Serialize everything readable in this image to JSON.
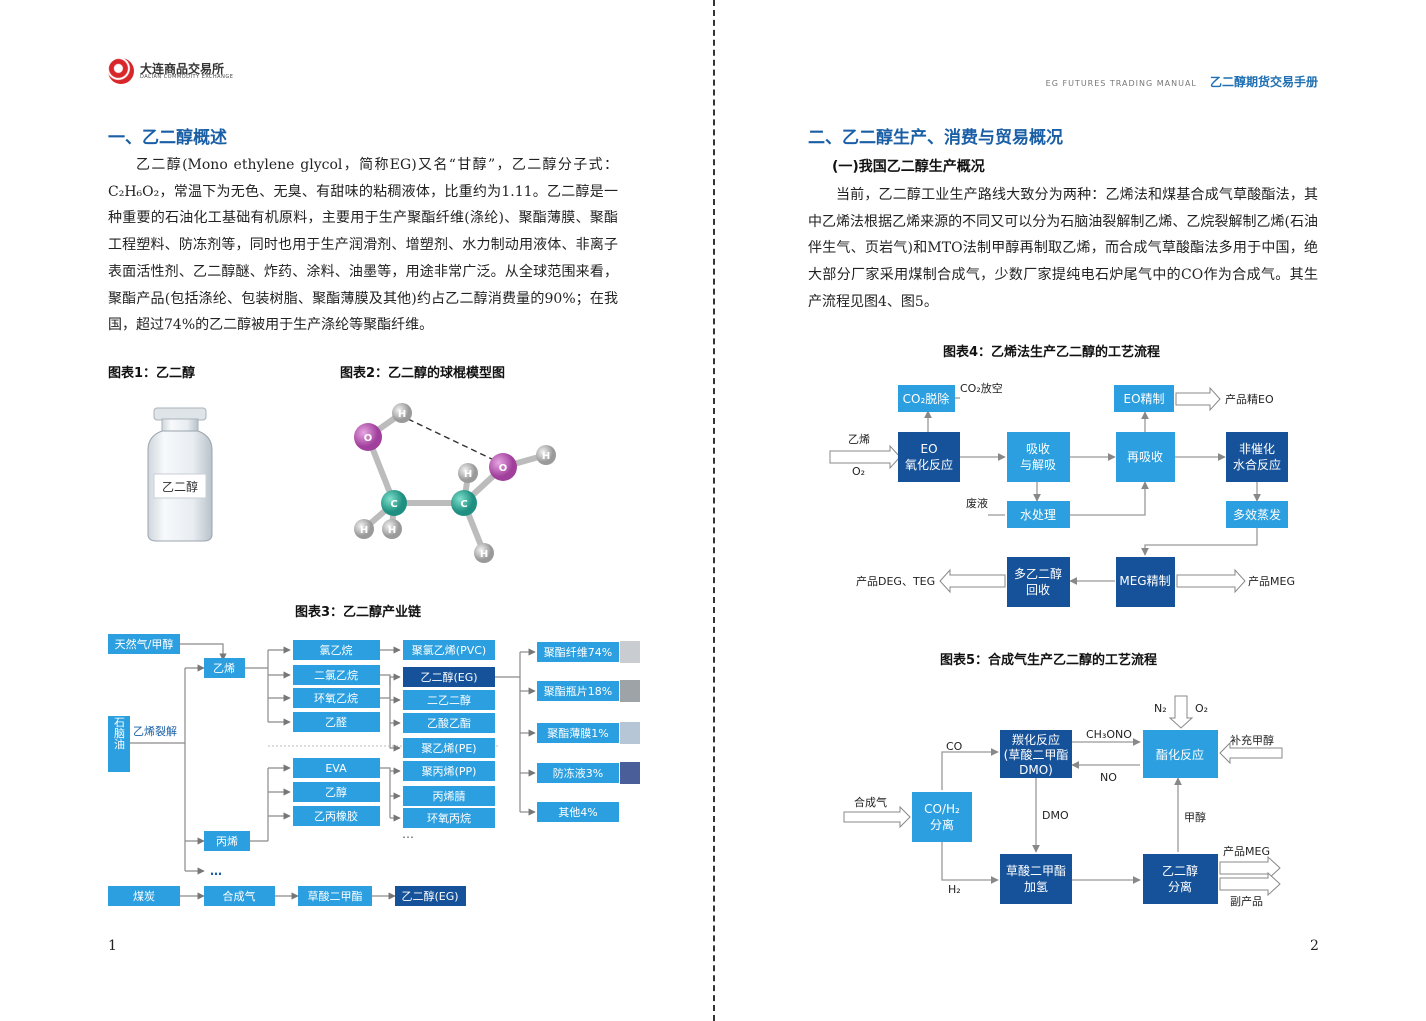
{
  "header": {
    "logo_cn": "大连商品交易所",
    "logo_en": "DALIAN COMMODITY EXCHANGE",
    "manual_en": "EG FUTURES TRADING MANUAL",
    "manual_cn": "乙二醇期货交易手册"
  },
  "left": {
    "section_title": "一、乙二醇概述",
    "paragraph": "乙二醇(Mono ethylene glycol，简称EG)又名“甘醇”，乙二醇分子式：C₂H₆O₂，常温下为无色、无臭、有甜味的粘稠液体，比重约为1.11。乙二醇是一种重要的石油化工基础有机原料，主要用于生产聚酯纤维(涤纶)、聚酯薄膜、聚酯工程塑料、防冻剂等，同时也用于生产润滑剂、增塑剂、水力制动用液体、非离子表面活性剂、乙二醇醚、炸药、涂料、油墨等，用途非常广泛。从全球范围来看，聚酯产品(包括涤纶、包装树脂、聚酯薄膜及其他)约占乙二醇消费量的90%；在我国，超过74%的乙二醇被用于生产涤纶等聚酯纤维。",
    "fig1_caption": "图表1：乙二醇",
    "fig1_label": "乙二醇",
    "fig2_caption": "图表2：乙二醇的球棍模型图",
    "fig2_atoms": {
      "o": "O",
      "c": "C",
      "h": "H"
    },
    "fig3_caption": "图表3：乙二醇产业链",
    "fig3": {
      "natgas": "天然气/甲醇",
      "petroleum": "石脑油",
      "cracking": "乙烯裂解",
      "ethylene": "乙烯",
      "propylene": "丙烯",
      "more1": "…",
      "col2": [
        "氯乙烷",
        "二氯乙烷",
        "环氧乙烷",
        "乙醛",
        "EVA",
        "乙醇",
        "乙丙橡胶"
      ],
      "col3": [
        "聚氯乙烯(PVC)",
        "乙二醇(EG)",
        "二乙二醇",
        "乙酸乙酯",
        "聚乙烯(PE)",
        "聚丙烯(PP)",
        "丙烯腈",
        "环氧丙烷"
      ],
      "more2": "…",
      "col4": [
        "聚酯纤维74%",
        "聚酯瓶片18%",
        "聚酯薄膜1%",
        "防冻液3%",
        "其他4%"
      ],
      "coal_chain": [
        "煤炭",
        "合成气",
        "草酸二甲酯",
        "乙二醇(EG)"
      ]
    },
    "page_number": "1"
  },
  "right": {
    "section_title": "二、乙二醇生产、消费与贸易概况",
    "sub_title": "(一)我国乙二醇生产概况",
    "paragraph": "当前，乙二醇工业生产路线大致分为两种：乙烯法和煤基合成气草酸酯法，其中乙烯法根据乙烯来源的不同又可以分为石脑油裂解制乙烯、乙烷裂解制乙烯(石油伴生气、页岩气)和MTO法制甲醇再制取乙烯，而合成气草酸酯法多用于中国，绝大部分厂家采用煤制合成气，少数厂家提纯电石炉尾气中的CO作为合成气。其生产流程见图4、图5。",
    "fig4_caption": "图表4：乙烯法生产乙二醇的工艺流程",
    "fig4": {
      "co2_removal": "CO₂脱除",
      "co2_vent": "CO₂放空",
      "eo_refine": "EO精制",
      "eo_product": "产品精EO",
      "ethylene": "乙烯",
      "o2": "O₂",
      "eo_oxid_1": "EO",
      "eo_oxid_2": "氧化反应",
      "absorb_1": "吸收",
      "absorb_2": "与解吸",
      "reabsorb": "再吸收",
      "noncat_1": "非催化",
      "noncat_2": "水合反应",
      "waste": "废液",
      "water_treat": "水处理",
      "multi_evap": "多效蒸发",
      "deg_product": "产品DEG、TEG",
      "poly_1": "多乙二醇",
      "poly_2": "回收",
      "meg_refine": "MEG精制",
      "meg_product": "产品MEG"
    },
    "fig5_caption": "图表5：合成气生产乙二醇的工艺流程",
    "fig5": {
      "n2": "N₂",
      "o2": "O₂",
      "carbonyl_1": "羰化反应",
      "carbonyl_2": "(草酸二甲酯",
      "carbonyl_3": "DMO)",
      "ch2ono": "CH₃ONO",
      "esterify": "酯化反应",
      "methanol_add": "补充甲醇",
      "co": "CO",
      "no": "NO",
      "syngas": "合成气",
      "sep_1": "CO/H₂",
      "sep_2": "分离",
      "dmo": "DMO",
      "methanol": "甲醇",
      "h2": "H₂",
      "hydro_1": "草酸二甲酯",
      "hydro_2": "加氢",
      "eg_sep_1": "乙二醇",
      "eg_sep_2": "分离",
      "meg_product": "产品MEG",
      "byproduct": "副产品"
    },
    "page_number": "2"
  },
  "colors": {
    "light_blue": "#2b9fe0",
    "dark_blue": "#16529a",
    "title_blue": "#1a5fa6"
  }
}
